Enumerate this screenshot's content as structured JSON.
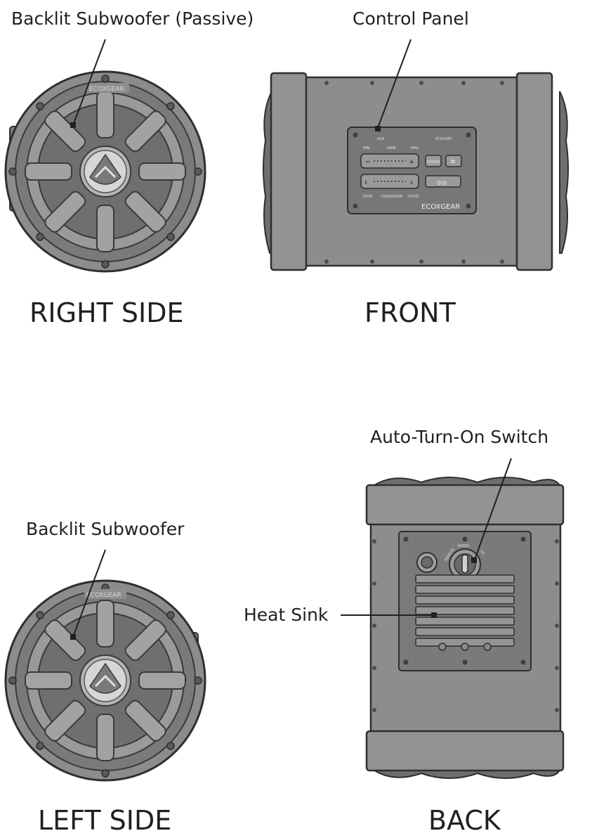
{
  "callouts": {
    "backlit_passive": "Backlit Subwoofer (Passive)",
    "control_panel": "Control Panel",
    "auto_turn_on": "Auto-Turn-On Switch",
    "backlit": "Backlit Subwoofer",
    "heat_sink": "Heat Sink"
  },
  "views": {
    "right_side": "RIGHT SIDE",
    "front": "FRONT",
    "left_side": "LEFT SIDE",
    "back": "BACK"
  },
  "brand": "ECOXGEAR",
  "panel": {
    "aux": "AUX",
    "ecocast": "ECOCAST",
    "min": "MIN",
    "gain": "GAIN",
    "max": "MAX",
    "hz_low": "50HZ",
    "crossover": "CROSSOVER",
    "hz_high": "275HZ",
    "power": "POWER"
  },
  "back_panel": {
    "remote": "REMOTE",
    "audio": "AUDIO",
    "dc": "DC"
  },
  "colors": {
    "body": "#8a8a8a",
    "body_dark": "#6e6e6e",
    "outline": "#2f2f2f",
    "panel": "#7a7a7a",
    "text": "#231f20"
  }
}
